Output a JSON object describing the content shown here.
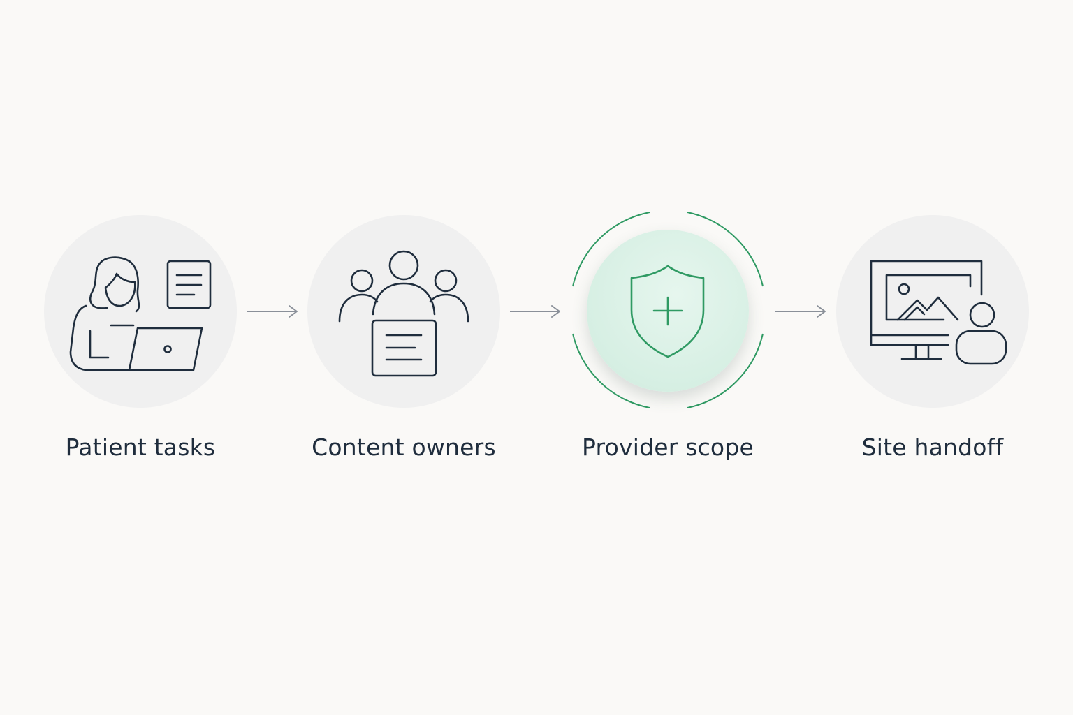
{
  "colors": {
    "background": "#faf9f7",
    "circle_fill": "#f0f0f0",
    "icon_stroke": "#1f2d3d",
    "accent_green": "#2f9a63",
    "arrow": "#8a9099"
  },
  "steps": [
    {
      "label": "Patient tasks",
      "icon": "person-laptop-icon"
    },
    {
      "label": "Content owners",
      "icon": "team-document-icon"
    },
    {
      "label": "Provider scope",
      "icon": "shield-plus-icon",
      "highlighted": true
    },
    {
      "label": "Site handoff",
      "icon": "monitor-user-icon"
    }
  ]
}
